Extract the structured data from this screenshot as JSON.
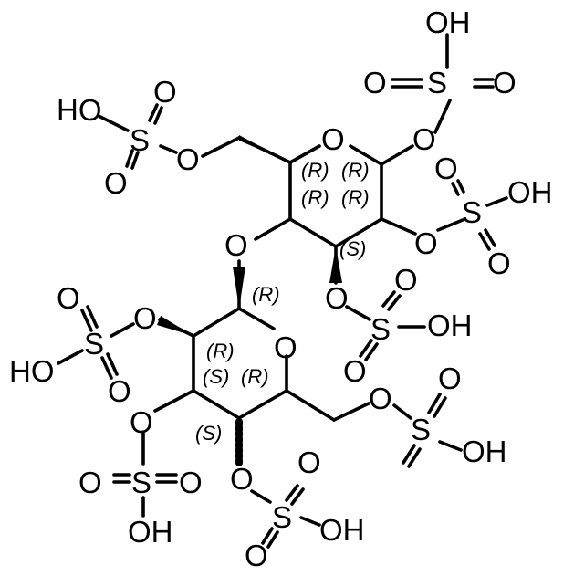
{
  "diagram": {
    "atoms": {
      "a1": "HO",
      "a2": "S",
      "a3": "O",
      "a4": "O",
      "a5": "O",
      "a6": "O",
      "a7": "OH",
      "a8": "O",
      "a9": "S",
      "a10": "O",
      "a11": "O",
      "a12": "O",
      "a13": "S",
      "a14": "OH",
      "a15": "O",
      "a16": "O",
      "a17": "O",
      "a18": "O",
      "a19": "S",
      "a20": "O",
      "a21": "OH",
      "a22": "O",
      "a23": "O",
      "a24": "S",
      "a25": "HO",
      "a26": "O",
      "a27": "O",
      "a28": "O",
      "a29": "O",
      "a30": "S",
      "a31": "O",
      "a32": "OH",
      "a33": "O",
      "a34": "S",
      "a35": "OH",
      "a36": "O",
      "a37": "O",
      "a38": "O",
      "a39": "O",
      "a40": "S",
      "a41": "O",
      "a42": "OH"
    },
    "stereo": {
      "s1": "(R)",
      "s2": "(R)",
      "s3": "(R)",
      "s4": "(R)",
      "s5": "(S)",
      "s6": "(R)",
      "s7": "(R)",
      "s8": "(S)",
      "s9": "(R)",
      "s10": "(S)"
    }
  }
}
